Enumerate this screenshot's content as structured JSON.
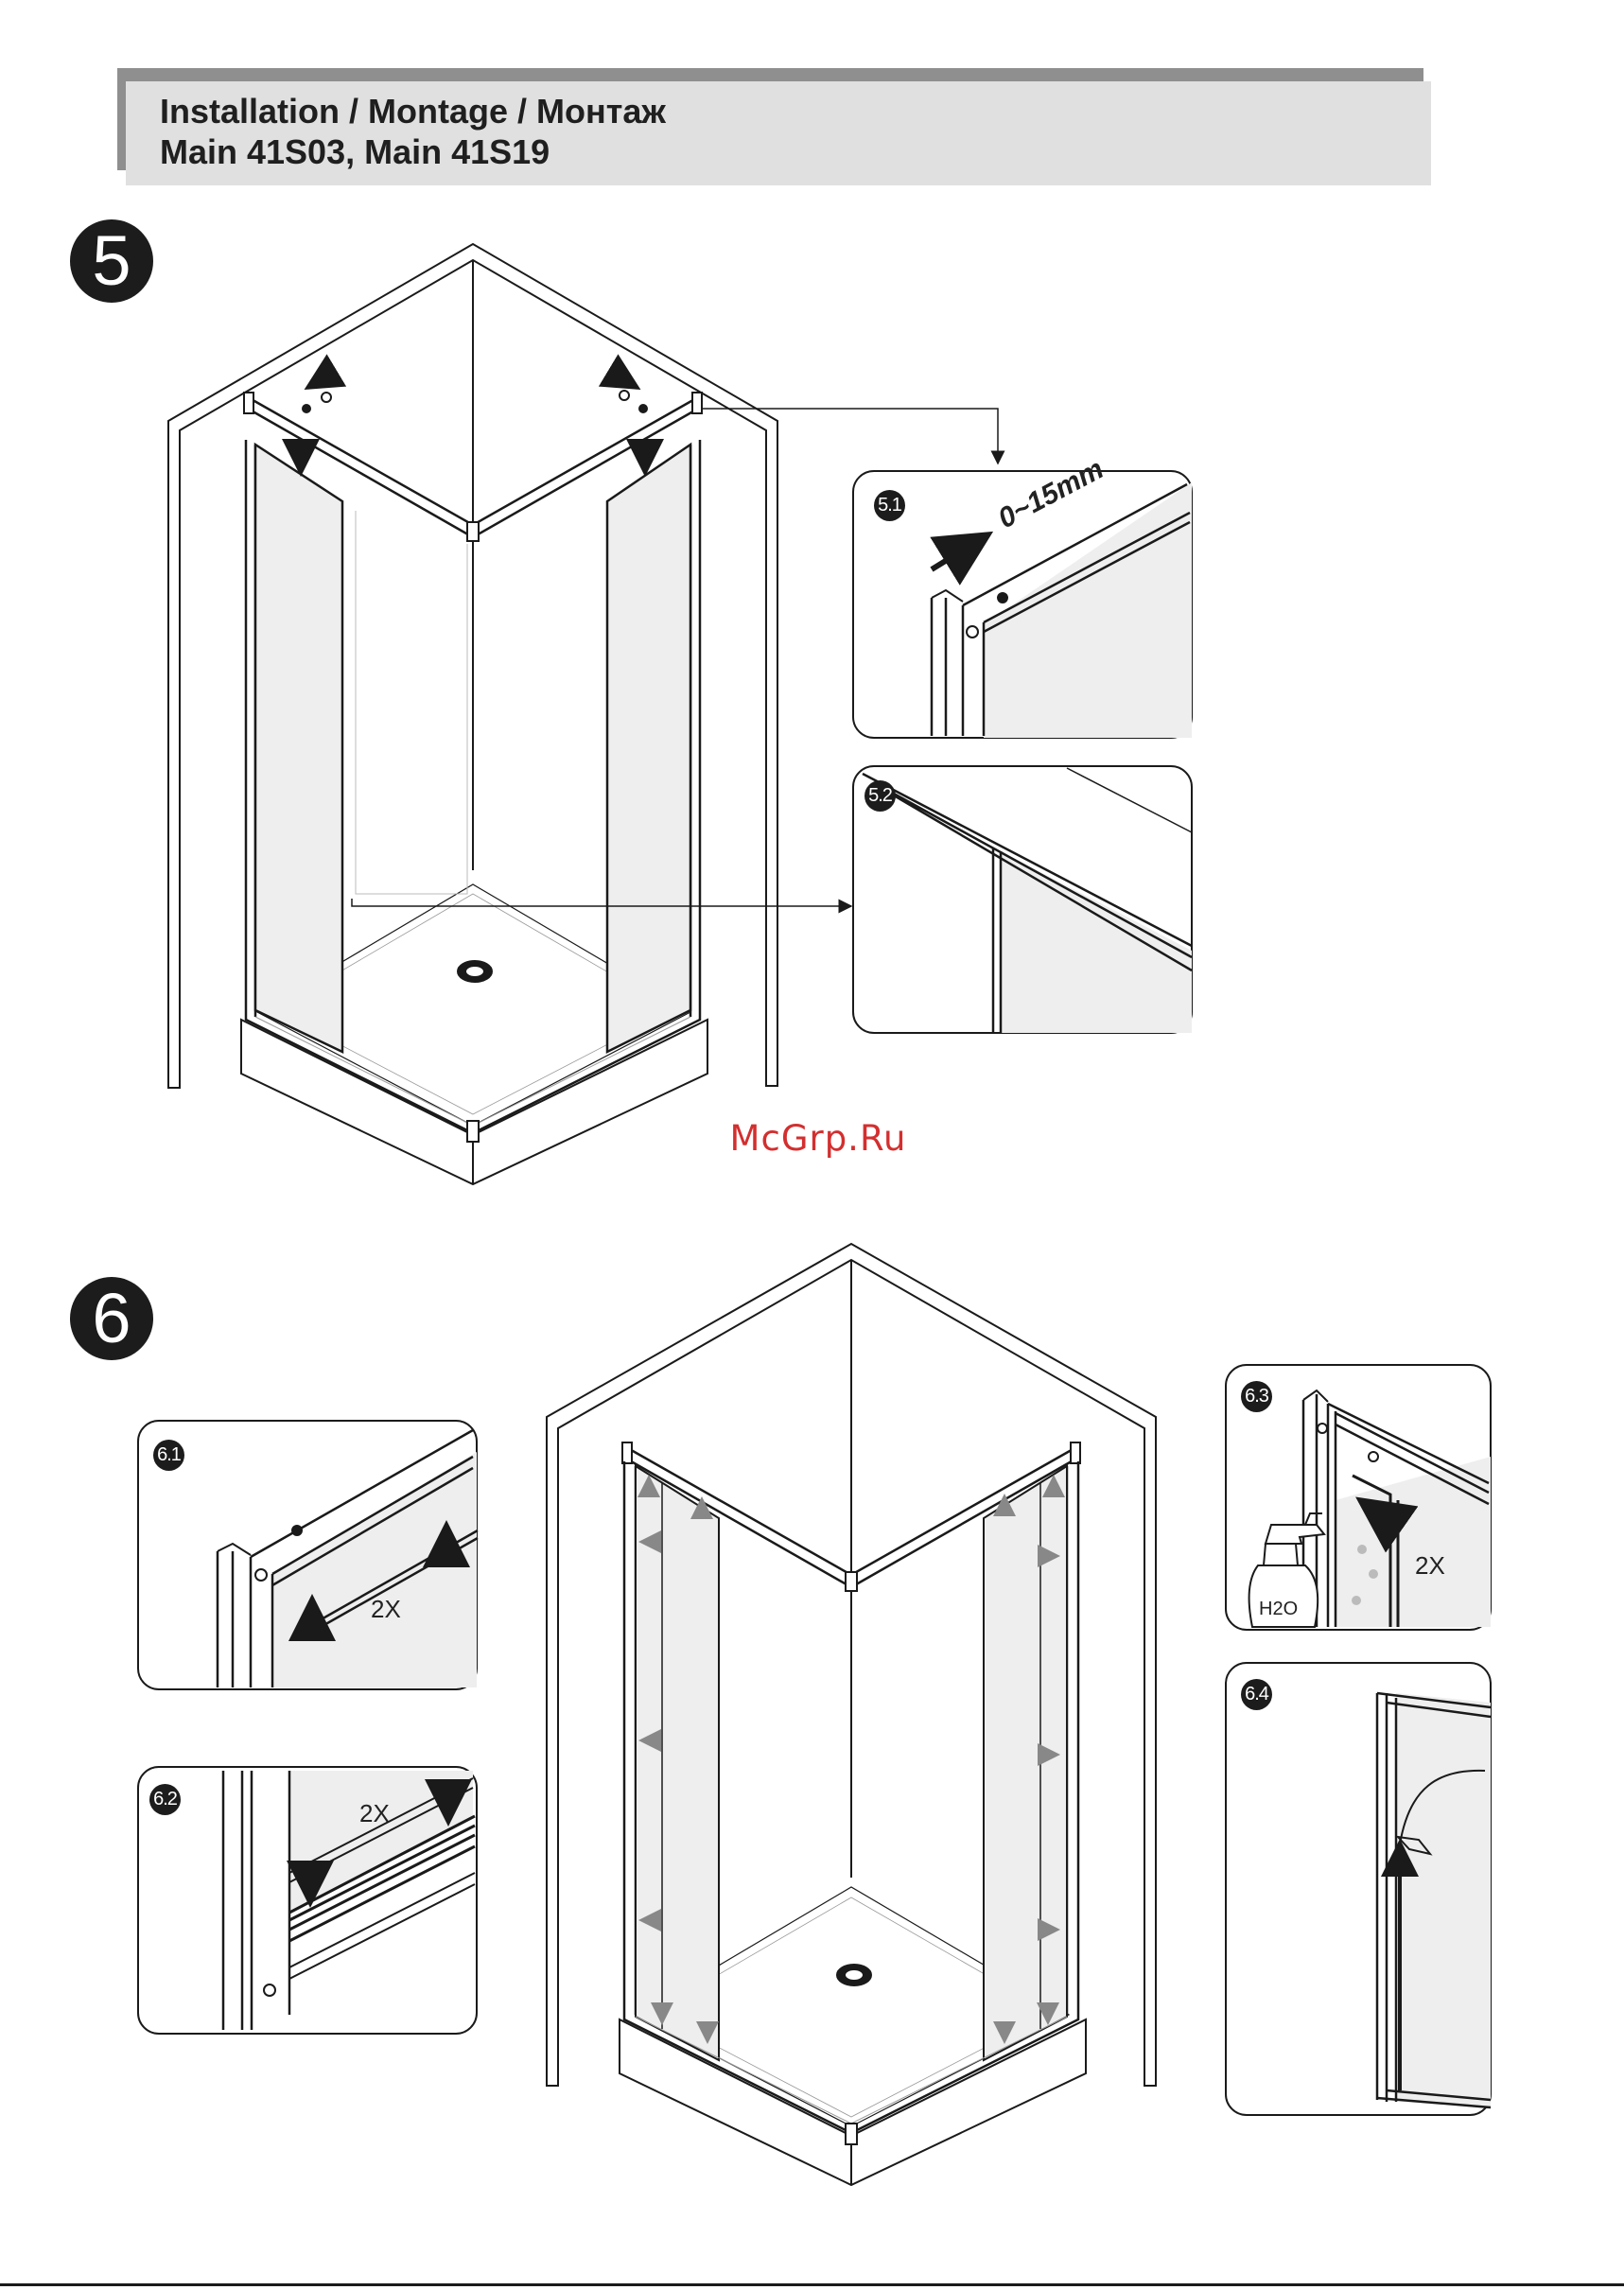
{
  "header": {
    "line1": "Installation / Montage / Монтаж",
    "line2": "Main 41S03, Main 41S19"
  },
  "watermark": "McGrp.Ru",
  "steps": [
    {
      "number": "5",
      "details": [
        {
          "label": "5.1",
          "annotation": "0~15mm"
        },
        {
          "label": "5.2"
        }
      ]
    },
    {
      "number": "6",
      "details": [
        {
          "label": "6.1",
          "annotation": "2X"
        },
        {
          "label": "6.2",
          "annotation": "2X"
        },
        {
          "label": "6.3",
          "annotation": "2X",
          "bottle_label": "H2O"
        },
        {
          "label": "6.4"
        }
      ]
    }
  ],
  "icons": [
    "tool-icon",
    "screw-icon",
    "arrow-icon",
    "spray-bottle-icon",
    "water-drop-icon",
    "silicone-nozzle-icon"
  ],
  "colors": {
    "line": "#1a1a1a",
    "glass": "#eeeeee",
    "header_bg": "#e0e0e0",
    "header_shadow": "#8f8f8f",
    "watermark": "#d32f2f"
  }
}
